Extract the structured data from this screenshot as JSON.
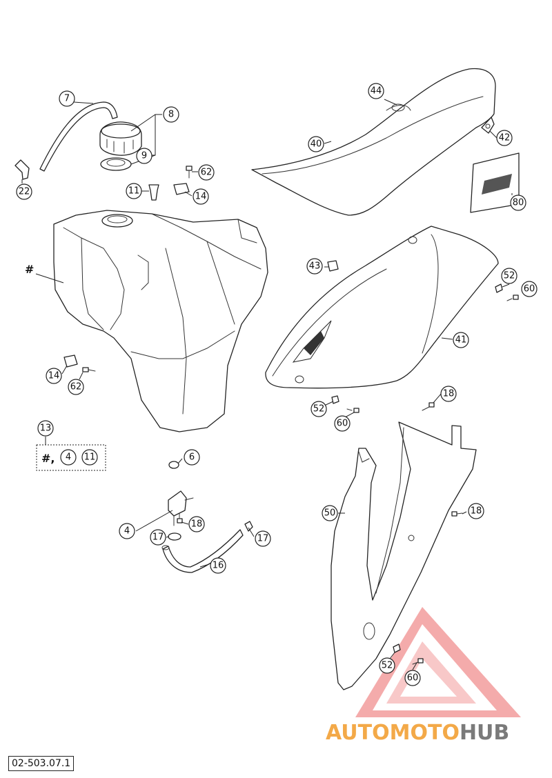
{
  "diagram_code": "02-503.07.1",
  "colors": {
    "line": "#222222",
    "watermark_red": "#e84a4a",
    "watermark_orange": "#f3a948",
    "watermark_gray": "#7a7a7a"
  },
  "watermark": {
    "part_a": "AUTOMOTO",
    "part_b": "HUB"
  },
  "callouts": {
    "c7": "7",
    "c8": "8",
    "c9": "9",
    "c22": "22",
    "c62a": "62",
    "c11a": "11",
    "c14a": "14",
    "c44": "44",
    "c40": "40",
    "c42": "42",
    "c80": "80",
    "c43": "43",
    "c52a": "52",
    "c60a": "60",
    "c41": "41",
    "c14b": "14",
    "c62b": "62",
    "c52b": "52",
    "c60b": "60",
    "c18a": "18",
    "c13": "13",
    "c6": "6",
    "c4": "4",
    "c18b": "18",
    "c17a": "17",
    "c17b": "17",
    "c16": "16",
    "c50": "50",
    "c18c": "18",
    "c52c": "52",
    "c60c": "60"
  },
  "hash_label": "#",
  "kit_box": {
    "hash": "#,",
    "item_a": "4",
    "item_b": "11"
  }
}
